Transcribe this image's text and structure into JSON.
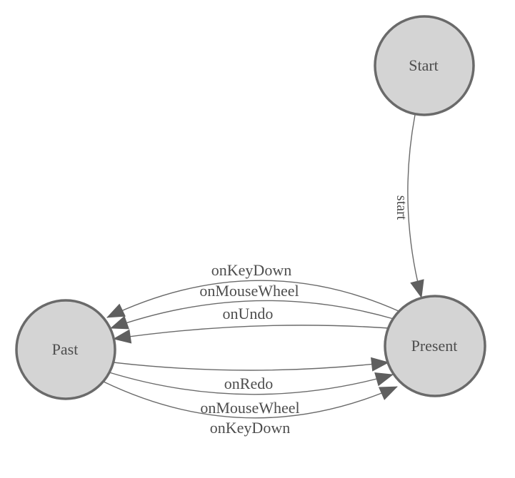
{
  "diagram": {
    "type": "state-machine",
    "nodes": [
      {
        "id": "start",
        "label": "Start"
      },
      {
        "id": "past",
        "label": "Past"
      },
      {
        "id": "present",
        "label": "Present"
      }
    ],
    "edges": [
      {
        "id": "start-to-present",
        "from": "Start",
        "to": "Present",
        "label": "start"
      },
      {
        "id": "present-to-past-keydown",
        "from": "Present",
        "to": "Past",
        "label": "onKeyDown"
      },
      {
        "id": "present-to-past-mousewheel",
        "from": "Present",
        "to": "Past",
        "label": "onMouseWheel"
      },
      {
        "id": "present-to-past-undo",
        "from": "Present",
        "to": "Past",
        "label": "onUndo"
      },
      {
        "id": "past-to-present-redo",
        "from": "Past",
        "to": "Present",
        "label": "onRedo"
      },
      {
        "id": "past-to-present-mousewheel",
        "from": "Past",
        "to": "Present",
        "label": "onMouseWheel"
      },
      {
        "id": "past-to-present-keydown",
        "from": "Past",
        "to": "Present",
        "label": "onKeyDown"
      }
    ],
    "colors": {
      "background": "#ffffff",
      "node_fill": "#d4d4d4",
      "node_stroke": "#6a6a6a",
      "edge_stroke": "#6a6a6a",
      "arrow_fill": "#5f5f5f",
      "text": "#4d4d4d"
    }
  }
}
